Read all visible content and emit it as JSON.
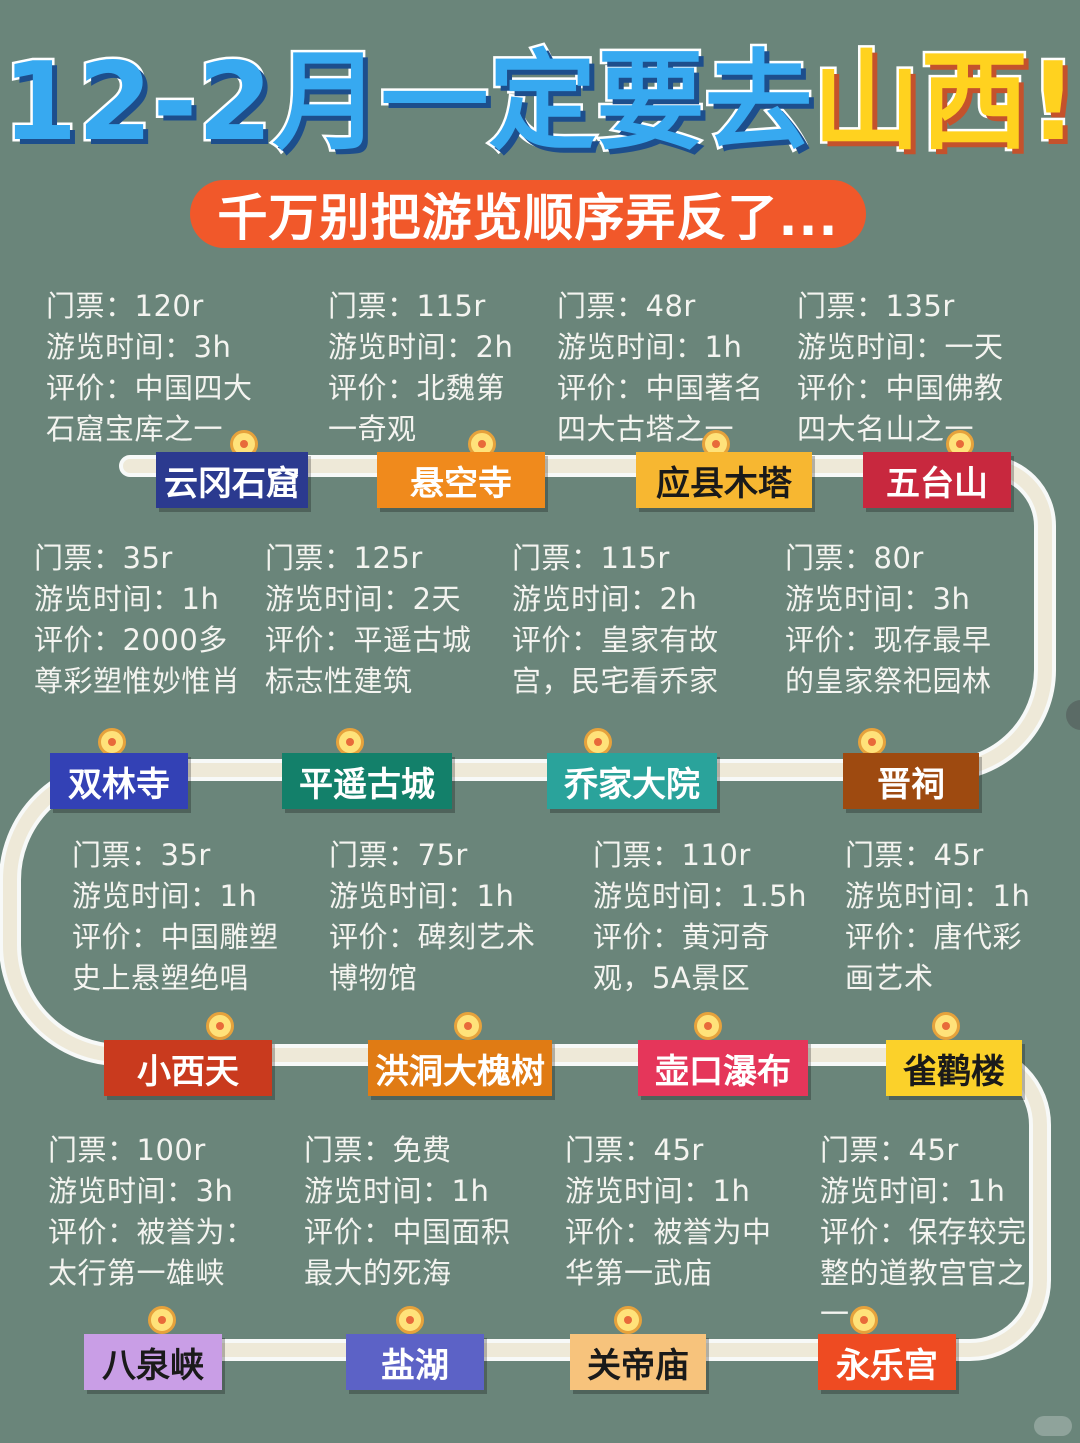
{
  "title": {
    "part1": "12-2月一定要去",
    "part2": "山西!"
  },
  "subtitle": "千万别把游览顺序弄反了...",
  "rows": [
    [
      {
        "name": "云冈石窟",
        "color": "#2b3a8f",
        "info": [
          "门票：120r",
          "游览时间：3h",
          "评价：中国四大",
          "石窟宝库之一"
        ]
      },
      {
        "name": "悬空寺",
        "color": "#f08a1c",
        "info": [
          "门票：115r",
          "游览时间：2h",
          "评价：北魏第",
          "一奇观"
        ]
      },
      {
        "name": "应县木塔",
        "color": "#f7b731",
        "info": [
          "门票：48r",
          "游览时间：1h",
          "评价：中国著名",
          "四大古塔之一"
        ]
      },
      {
        "name": "五台山",
        "color": "#c8283e",
        "info": [
          "门票：135r",
          "游览时间：一天",
          "评价：中国佛教",
          "四大名山之一"
        ]
      }
    ],
    [
      {
        "name": "双林寺",
        "color": "#3341b5",
        "info": [
          "门票：35r",
          "游览时间：1h",
          "评价：2000多",
          "尊彩塑惟妙惟肖"
        ]
      },
      {
        "name": "平遥古城",
        "color": "#13806a",
        "info": [
          "门票：125r",
          "游览时间：2天",
          "评价：平遥古城",
          "标志性建筑"
        ]
      },
      {
        "name": "乔家大院",
        "color": "#2aa39b",
        "info": [
          "门票：115r",
          "游览时间：2h",
          "评价：皇家有故",
          "宫，民宅看乔家"
        ]
      },
      {
        "name": "晋祠",
        "color": "#9e4a10",
        "info": [
          "门票：80r",
          "游览时间：3h",
          "评价：现存最早",
          "的皇家祭祀园林"
        ]
      }
    ],
    [
      {
        "name": "小西天",
        "color": "#c93a1e",
        "info": [
          "门票：35r",
          "游览时间：1h",
          "评价：中国雕塑",
          "史上悬塑绝唱"
        ]
      },
      {
        "name": "洪洞大槐树",
        "color": "#e07b14",
        "info": [
          "门票：75r",
          "游览时间：1h",
          "评价：碑刻艺术",
          "博物馆"
        ]
      },
      {
        "name": "壶口瀑布",
        "color": "#e5365a",
        "info": [
          "门票：110r",
          "游览时间：1.5h",
          "评价：黄河奇",
          "观，5A景区"
        ]
      },
      {
        "name": "雀鹳楼",
        "color": "#fbd12a",
        "info": [
          "门票：45r",
          "游览时间：1h",
          "评价：唐代彩",
          "画艺术"
        ]
      }
    ],
    [
      {
        "name": "八泉峡",
        "color": "#c99ee6",
        "info": [
          "门票：100r",
          "游览时间：3h",
          "评价：被誉为：",
          "太行第一雄峡"
        ]
      },
      {
        "name": "盐湖",
        "color": "#5c62c6",
        "info": [
          "门票：免费",
          "游览时间：1h",
          "评价：中国面积",
          "最大的死海"
        ]
      },
      {
        "name": "关帝庙",
        "color": "#f7c37c",
        "info": [
          "门票：45r",
          "游览时间：1h",
          "评价：被誉为中",
          "华第一武庙"
        ]
      },
      {
        "name": "永乐宫",
        "color": "#ee4b22",
        "info": [
          "门票：45r",
          "游览时间：1h",
          "评价：保存较完",
          "整的道教宫官之",
          "一"
        ]
      }
    ]
  ]
}
